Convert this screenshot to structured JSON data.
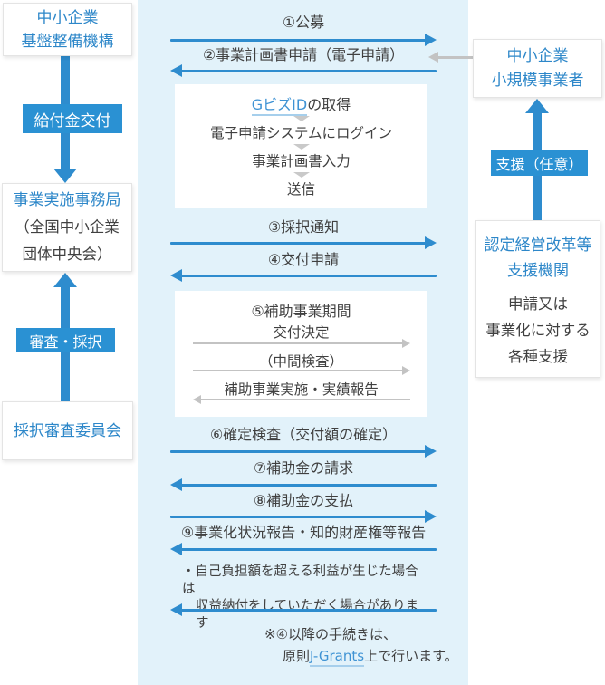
{
  "diagram": {
    "left": {
      "org_title": "中小企業\n基盤整備機構",
      "grant_label": "給付金交付",
      "office_title": "事業実施事務局",
      "office_sub": "（全国中小企業\n団体中央会）",
      "review_label": "審査・採択",
      "committee_title": "採択審査委員会"
    },
    "right": {
      "sme_title": "中小企業\n小規模事業者",
      "support_label": "支援（任意）",
      "agency_title": "認定経営改革等\n支援機関",
      "agency_sub": "申請又は\n事業化に対する\n各種支援"
    },
    "flow": {
      "step1": "①公募",
      "step2": "②事業計画書申請（電子申請）",
      "gbiz_link": "GビズID",
      "gbiz_suffix": "の取得",
      "gbiz_step2": "電子申請システムにログイン",
      "gbiz_step3": "事業計画書入力",
      "gbiz_step4": "送信",
      "step3": "③採択通知",
      "step4": "④交付申請",
      "period_title": "⑤補助事業期間",
      "period_row1": "交付決定",
      "period_row2": "（中間検査）",
      "period_row3": "補助事業実施・実績報告",
      "step6": "⑥確定検査（交付額の確定）",
      "step7": "⑦補助金の請求",
      "step8": "⑧補助金の支払",
      "step9": "⑨事業化状況報告・知的財産権等報告",
      "note_bullet": "・",
      "note_line1": "自己負担額を超える利益が生じた場合は",
      "note_line2": "収益納付をしていただく場合があります",
      "footnote_line1": "※④以降の手続きは、",
      "footnote_prefix": "原則",
      "footnote_link": "J-Grants",
      "footnote_suffix": "上で行います。"
    },
    "colors": {
      "panel_bg": "#e2f2fa",
      "arrow_blue": "#2e8cce",
      "label_blue": "#2a91d3",
      "title_blue": "#2d87c9",
      "link_blue": "#3f93d4",
      "gray_arrow": "#c3c3c3",
      "text_dark": "#404040"
    }
  }
}
